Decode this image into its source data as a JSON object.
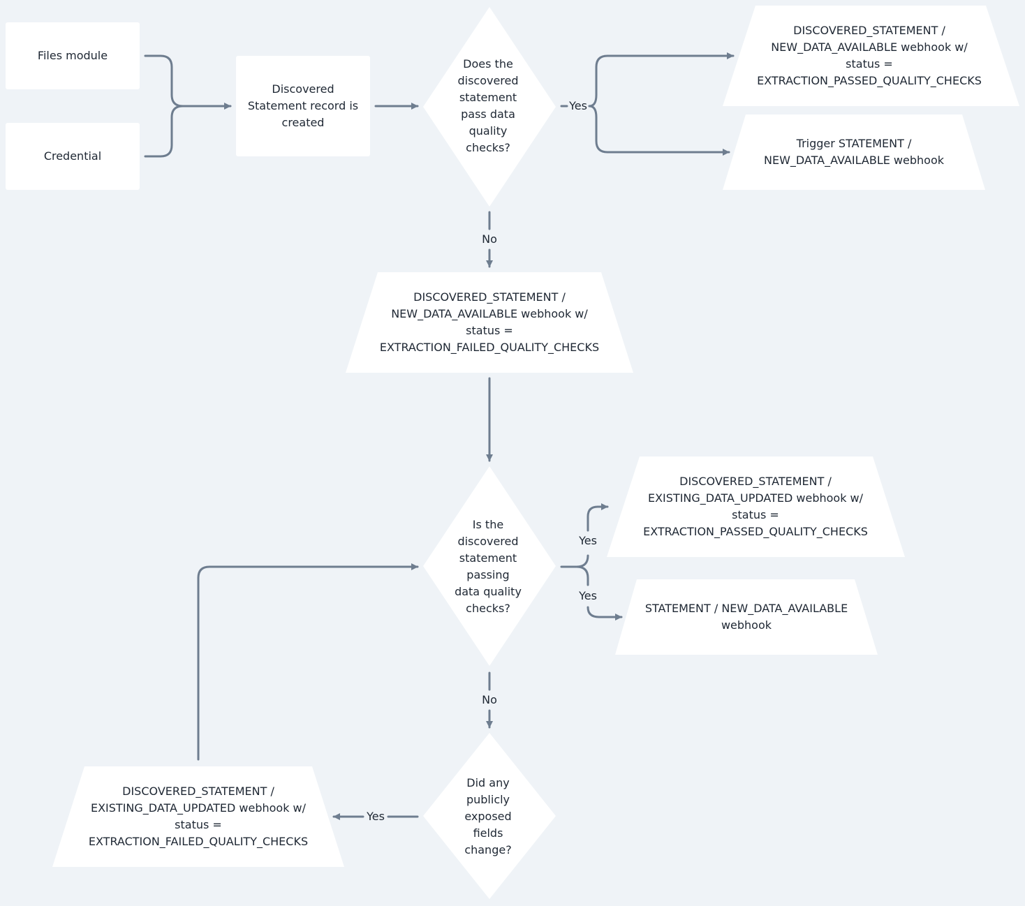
{
  "nodes": {
    "files_module": "Files module",
    "credential": "Credential",
    "record_created": "Discovered\nStatement record is\ncreated",
    "decision_pass_checks": "Does the\ndiscovered\nstatement\npass data\nquality\nchecks?",
    "webhook_passed_new": "DISCOVERED_STATEMENT /\nNEW_DATA_AVAILABLE webhook w/\nstatus =\nEXTRACTION_PASSED_QUALITY_CHECKS",
    "trigger_statement_new": "Trigger STATEMENT /\nNEW_DATA_AVAILABLE webhook",
    "webhook_failed_new": "DISCOVERED_STATEMENT /\nNEW_DATA_AVAILABLE webhook w/\nstatus =\nEXTRACTION_FAILED_QUALITY_CHECKS",
    "decision_passing_checks": "Is the\ndiscovered\nstatement\npassing\ndata quality\nchecks?",
    "webhook_passed_updated": "DISCOVERED_STATEMENT /\nEXISTING_DATA_UPDATED webhook w/\nstatus =\nEXTRACTION_PASSED_QUALITY_CHECKS",
    "statement_new_webhook": "STATEMENT / NEW_DATA_AVAILABLE\nwebhook",
    "decision_fields_change": "Did any\npublicly\nexposed\nfields\nchange?",
    "webhook_failed_updated": "DISCOVERED_STATEMENT /\nEXISTING_DATA_UPDATED webhook w/\nstatus =\nEXTRACTION_FAILED_QUALITY_CHECKS"
  },
  "edge_labels": {
    "yes_1": "Yes",
    "no_1": "No",
    "yes_2": "Yes",
    "yes_3": "Yes",
    "no_2": "No",
    "yes_4": "Yes"
  },
  "colors": {
    "background": "#eff3f7",
    "node_fill": "#ffffff",
    "connector": "#6e7d8f",
    "text": "#1e2733"
  }
}
